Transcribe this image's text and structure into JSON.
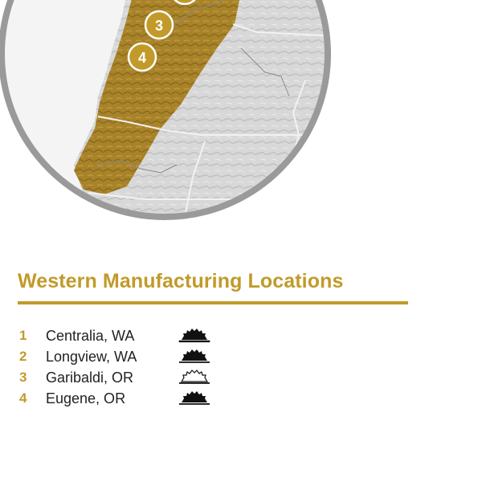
{
  "colors": {
    "accent": "#c19a2a",
    "region": "#a37b1e",
    "land": "#d6d6d6",
    "ring": "#9a9a9a",
    "text": "#222222"
  },
  "map": {
    "markers": [
      {
        "label": "3"
      },
      {
        "label": "4"
      }
    ]
  },
  "section": {
    "title": "Western Manufacturing Locations"
  },
  "locations": [
    {
      "number": "1",
      "name": "Centralia, WA",
      "icon": "sawmill-icon",
      "style": "filled"
    },
    {
      "number": "2",
      "name": "Longview, WA",
      "icon": "sawmill-icon",
      "style": "filled"
    },
    {
      "number": "3",
      "name": "Garibaldi, OR",
      "icon": "sawmill-icon",
      "style": "outline"
    },
    {
      "number": "4",
      "name": "Eugene, OR",
      "icon": "sawmill-icon",
      "style": "filled"
    }
  ]
}
